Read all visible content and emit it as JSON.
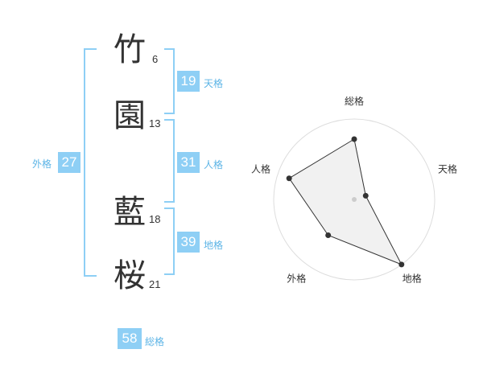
{
  "name": {
    "chars": [
      {
        "char": "竹",
        "strokes": "6"
      },
      {
        "char": "園",
        "strokes": "13"
      },
      {
        "char": "藍",
        "strokes": "18"
      },
      {
        "char": "桜",
        "strokes": "21"
      }
    ]
  },
  "kaku": {
    "tenkaku": {
      "value": "19",
      "label": "天格"
    },
    "jinkaku": {
      "value": "31",
      "label": "人格"
    },
    "chikaku": {
      "value": "39",
      "label": "地格"
    },
    "gaikaku": {
      "value": "27",
      "label": "外格"
    },
    "soukaku": {
      "value": "58",
      "label": "総格"
    }
  },
  "colors": {
    "accent": "#8ecff5",
    "label": "#5cb4e6",
    "text": "#333333"
  },
  "chart_data": {
    "type": "radar",
    "axes": [
      "総格",
      "天格",
      "地格",
      "外格",
      "人格"
    ],
    "values": [
      0.75,
      0.15,
      1.0,
      0.55,
      0.85
    ],
    "rings": 4,
    "max": 1.0
  }
}
